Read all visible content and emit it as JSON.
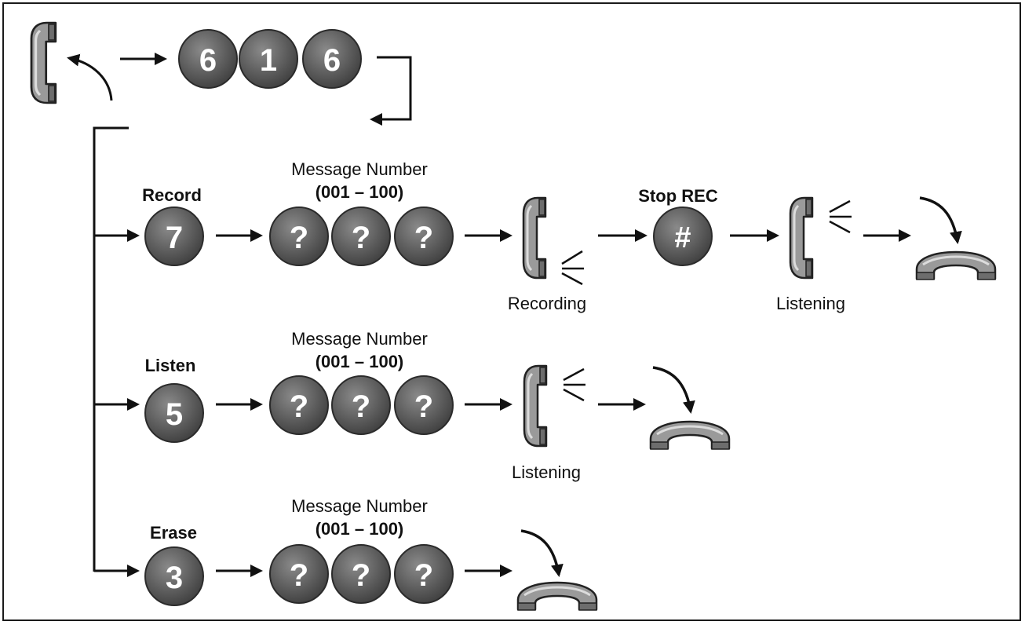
{
  "start": {
    "code_digits": [
      "6",
      "1",
      "6"
    ]
  },
  "rows": [
    {
      "command_label": "Record",
      "key": "7",
      "message_label": "Message Number",
      "range_label": "(001 – 100)",
      "message_keys": [
        "?",
        "?",
        "?"
      ],
      "stop_label": "Stop REC",
      "stop_key": "#",
      "recording_label": "Recording",
      "listening_label": "Listening"
    },
    {
      "command_label": "Listen",
      "key": "5",
      "message_label": "Message Number",
      "range_label": "(001 – 100)",
      "message_keys": [
        "?",
        "?",
        "?"
      ],
      "listening_label": "Listening"
    },
    {
      "command_label": "Erase",
      "key": "3",
      "message_label": "Message Number",
      "range_label": "(001 – 100)",
      "message_keys": [
        "?",
        "?",
        "?"
      ]
    }
  ],
  "colors": {
    "key_fill": "#5f5f5f",
    "key_stroke": "#2b2b2b",
    "phone_fill": "#9a9a9a",
    "phone_light": "#d6d6d6",
    "line": "#111111"
  },
  "icons": [
    "handset-offhook-icon",
    "handset-speaking-icon",
    "handset-listening-icon",
    "hang-up-icon",
    "curved-arrow-icon"
  ]
}
